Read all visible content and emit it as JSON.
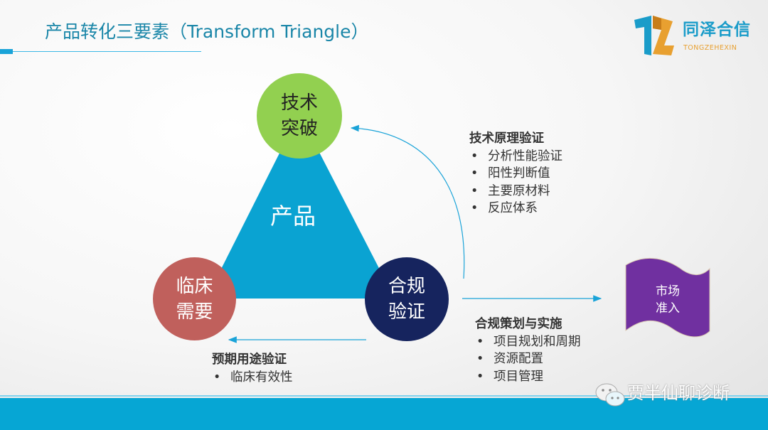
{
  "title": "产品转化三要素（Transform Triangle）",
  "logo": {
    "cn": "同泽合信",
    "en": "TONGZEHEXIN"
  },
  "center": "产品",
  "circles": {
    "tech": [
      "技术",
      "突破"
    ],
    "clinical": [
      "临床",
      "需要"
    ],
    "compliance": [
      "合规",
      "验证"
    ]
  },
  "tech_block": {
    "heading": "技术原理验证",
    "items": [
      "分析性能验证",
      "阳性判断值",
      "主要原材料",
      "反应体系"
    ]
  },
  "compliance_block": {
    "heading": "合规策划与实施",
    "items": [
      "项目规划和周期",
      "资源配置",
      "项目管理"
    ]
  },
  "clinical_block": {
    "heading": "预期用途验证",
    "items": [
      "临床有效性"
    ]
  },
  "market": [
    "市场",
    "准入"
  ],
  "watermark": "贾半仙聊诊断",
  "colors": {
    "triangle": "#0aa3d2",
    "tech": "#92d050",
    "clinical": "#c0605c",
    "compliance": "#16245e",
    "market": "#7030a0",
    "accent": "#06a6d4"
  }
}
